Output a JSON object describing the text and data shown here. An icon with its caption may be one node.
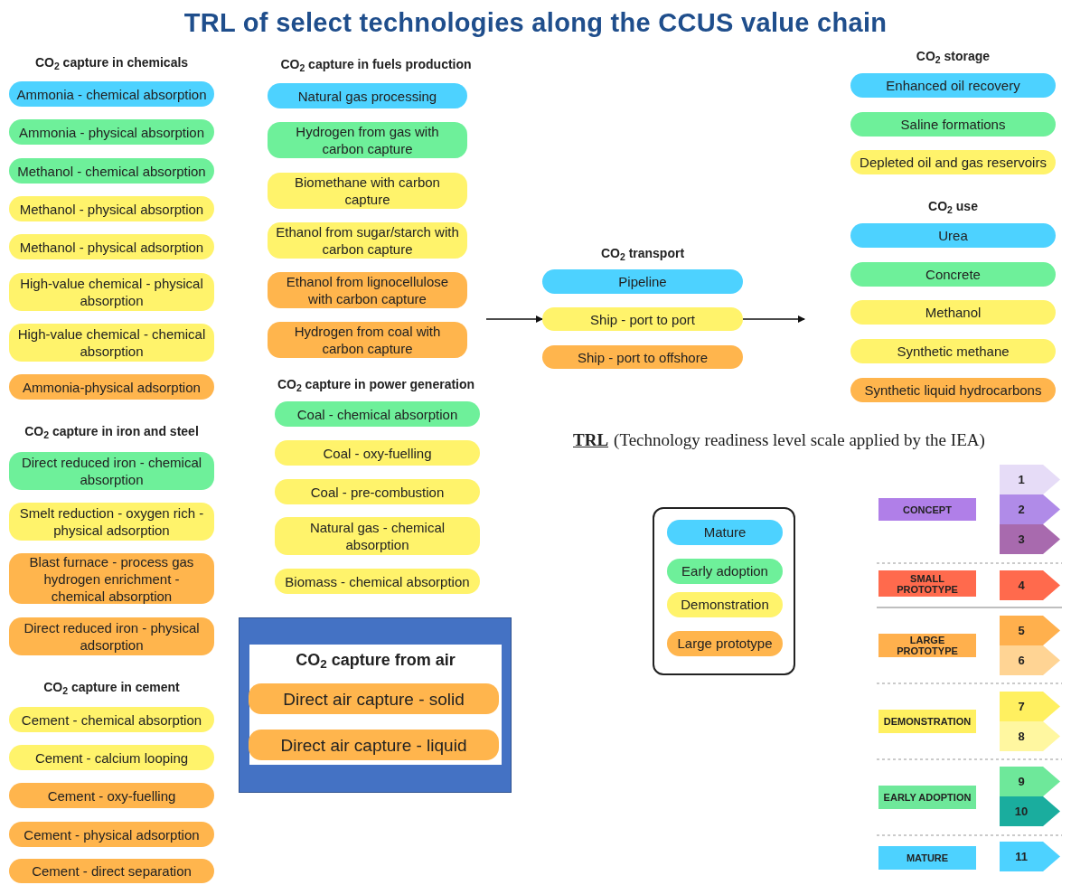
{
  "diagram": {
    "title": "TRL of select technologies along the CCUS value chain",
    "nodes": [
      {
        "text": [
          "Ammonia - chemical absorption"
        ]
      },
      {
        "text": [
          "Ammonia - physical absorption"
        ]
      },
      {
        "text": [
          "Methanol - chemical absorption"
        ]
      },
      {
        "text": [
          "Methanol - physical absorption"
        ]
      },
      {
        "text": [
          "Methanol - physical adsorption"
        ]
      },
      {
        "text": [
          "High-value chemical - physical absorption"
        ]
      },
      {
        "text": [
          "High-value chemical - chemical absorption"
        ]
      },
      {
        "text": [
          "Ammonia-physical adsorption"
        ]
      },
      {
        "text": [
          "Direct reduced iron - chemical absorption"
        ]
      },
      {
        "text": [
          "Smelt reduction - oxygen rich - physical adsorption"
        ]
      },
      {
        "text": [
          "Blast furnace - process gas hydrogen enrichment - chemical absorption"
        ]
      },
      {
        "text": [
          "Direct reduced iron - physical adsorption"
        ]
      },
      {
        "text": [
          "Cement - chemical absorption"
        ]
      },
      {
        "text": [
          "Cement - calcium looping"
        ]
      },
      {
        "text": [
          "Cement - oxy-fuelling"
        ]
      },
      {
        "text": [
          "Cement - physical adsorption"
        ]
      },
      {
        "text": [
          "Cement - direct separation"
        ]
      },
      {
        "text": [
          "Natural gas processing"
        ]
      },
      {
        "text": [
          "Hydrogen from gas with carbon capture"
        ]
      },
      {
        "text": [
          "Biomethane with carbon capture"
        ]
      },
      {
        "text": [
          "Ethanol from sugar/starch with carbon capture"
        ]
      },
      {
        "text": [
          "Ethanol from lignocellulose with carbon capture"
        ]
      },
      {
        "text": [
          "Hydrogen from coal with carbon capture"
        ]
      },
      {
        "text": [
          "Coal - chemical absorption"
        ]
      },
      {
        "text": [
          "Coal - oxy-fuelling"
        ]
      },
      {
        "text": [
          "Coal - pre-combustion"
        ]
      },
      {
        "text": [
          "Natural gas - chemical absorption"
        ]
      },
      {
        "text": [
          "Biomass - chemical absorption"
        ]
      },
      {
        "text": [
          "CO$_{2}$ capture from air"
        ]
      },
      {
        "text": [
          "Direct air capture - solid"
        ],
        "in": 28
      },
      {
        "text": [
          "Direct air capture - liquid"
        ],
        "in": 28
      },
      {
        "text": [
          "Pipeline"
        ]
      },
      {
        "text": [
          "Ship - port to port"
        ]
      },
      {
        "text": [
          "Ship - port to offshore"
        ]
      },
      {
        "text": [
          "Enhanced oil recovery"
        ]
      },
      {
        "text": [
          "Saline formations"
        ]
      },
      {
        "text": [
          "Depleted oil and gas reservoirs"
        ]
      },
      {
        "text": [
          "Urea"
        ]
      },
      {
        "text": [
          "Concrete"
        ]
      },
      {
        "text": [
          "Methanol"
        ]
      },
      {
        "text": [
          "Synthetic methane"
        ]
      },
      {
        "text": [
          "Synthetic liquid hydrocarbons"
        ]
      },
      {
        "text": [
          "CONCEPT"
        ]
      },
      {
        "text": [
          "SMALL PROTOTYPE"
        ]
      },
      {
        "text": [
          "LARGE PROTOTYPE"
        ]
      },
      {
        "text": [
          "DEMONSTRATION"
        ]
      },
      {
        "text": [
          "EARLY ADOPTION"
        ]
      },
      {
        "text": [
          "MATURE"
        ]
      },
      {
        "text": [
          "1"
        ]
      },
      {
        "text": [
          "2"
        ]
      },
      {
        "text": [
          "3"
        ]
      },
      {
        "text": [
          "4"
        ]
      },
      {
        "text": [
          "5"
        ]
      },
      {
        "text": [
          "6"
        ]
      },
      {
        "text": [
          "7"
        ]
      },
      {
        "text": [
          "8"
        ]
      },
      {
        "text": [
          "9"
        ]
      },
      {
        "text": [
          "10"
        ]
      },
      {
        "text": [
          "11"
        ]
      }
    ],
    "edges": [
      {
        "from": null,
        "to": 32,
        "arrow": "to"
      },
      {
        "from": 32,
        "to": null,
        "arrow": "to"
      }
    ],
    "labels": [
      "CO$_{2}$ capture in chemicals",
      "CO$_{2}$ capture in fuels production",
      "CO$_{2}$ storage",
      "CO$_{2}$ use",
      "CO$_{2}$ transport",
      "CO$_{2}$ capture in power generation",
      "CO$_{2}$ capture in iron and steel",
      "TRL",
      "(Technology readiness level scale applied by the IEA)",
      "CO$_{2}$ capture in cement"
    ],
    "legend": [
      {
        "text": "Mature",
        "color": "#4dd2ff"
      },
      {
        "text": "Early adoption",
        "color": "#6ef09a"
      },
      {
        "text": "Demonstration",
        "color": "#fff36b"
      },
      {
        "text": "Large prototype",
        "color": "#ffb54d"
      }
    ]
  }
}
